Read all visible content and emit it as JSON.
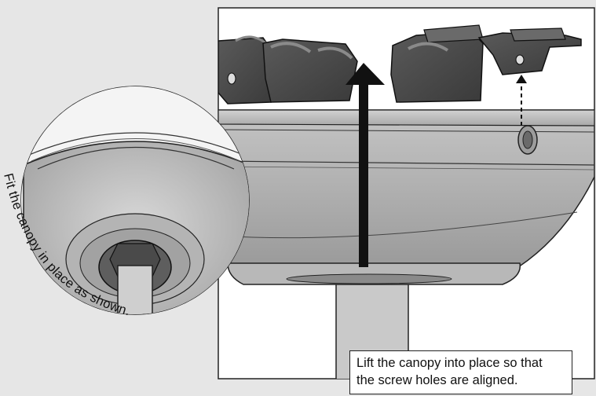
{
  "callout_text": "Fit the canopy in place as shown.",
  "caption": {
    "line1": "Lift the canopy into place so that",
    "line2": "the screw holes are aligned."
  },
  "colors": {
    "background": "#e6e6e6",
    "outline": "#222222",
    "metal_dark": "#4a4a4a",
    "metal_light": "#bdbdbd"
  }
}
